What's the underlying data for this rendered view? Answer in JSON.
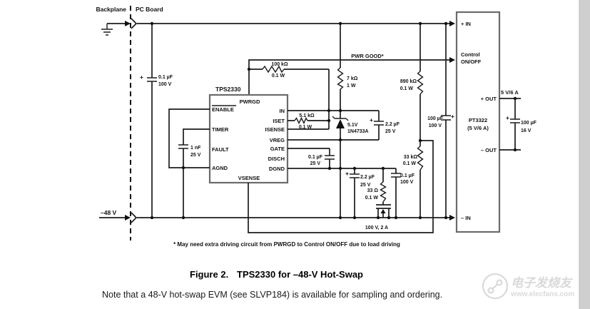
{
  "header": {
    "backplane": "Backplane",
    "pc_board": "PC Board"
  },
  "ic": {
    "title": "TPS2330",
    "pin_pwrgd": "PWRGD",
    "pin_enable": "ENABLE",
    "pin_timer": "TIMER",
    "pin_fault": "FAULT",
    "pin_agnd": "AGND",
    "pin_in": "IN",
    "pin_iset": "ISET",
    "pin_isense": "ISENSE",
    "pin_vreg": "VREG",
    "pin_gate": "GATE",
    "pin_disch": "DISCH",
    "pin_dgnd": "DGND",
    "pin_vsense": "VSENSE"
  },
  "pt": {
    "name": "PT3322",
    "rating": "(5 V/6 A)",
    "pin_pos_in": "+ IN",
    "pin_ctrl_line1": "Control",
    "pin_ctrl_line2": "ON/OFF",
    "pin_neg_in": "– IN",
    "pin_pos_out": "+ OUT",
    "pin_neg_out": "– OUT"
  },
  "labels": {
    "pwr_good": "PWR GOOD*",
    "neg48": "–48 V",
    "out_rating": "5 V/6 A",
    "fet": "100 V, 2 A"
  },
  "components": {
    "c_in": {
      "plus": "+",
      "value": "0.1 µF",
      "rating": "100 V"
    },
    "r_pullup": {
      "value": "100 kΩ",
      "rating": "0.1 W"
    },
    "r_supply": {
      "value": "7 kΩ",
      "rating": "1 W"
    },
    "r_sense_top": {
      "value": "890 kΩ",
      "rating": "0.1 W"
    },
    "r_iset": {
      "value": "5.1 kΩ",
      "rating": "0.1 W"
    },
    "zener": {
      "value": "5.1V",
      "part": "1N4733A"
    },
    "c_vreg": {
      "plus": "+",
      "value": "2.2 µF",
      "rating": "25 V"
    },
    "c_bulk": {
      "plus": "+",
      "value": "100 µF",
      "rating": "100 V"
    },
    "c_timer": {
      "value": "1 nF",
      "rating": "25 V"
    },
    "c_gate": {
      "value": "0.1 µF",
      "rating": "25 V"
    },
    "c_dgnd": {
      "plus": "+",
      "value": "2.2 µF",
      "rating": "25 V"
    },
    "r_gate": {
      "value": "33 Ω",
      "rating": "0.1 W"
    },
    "c_sense": {
      "value": "0.1 µF",
      "rating": "100 V"
    },
    "r_sense_bot": {
      "value": "33 kΩ",
      "rating": "0.1 W"
    },
    "c_out": {
      "plus": "+",
      "value": "100 µF",
      "rating": "16 V"
    }
  },
  "notes": {
    "footnote": "* May need extra driving circuit from PWRGD to Control ON/OFF due to load driving"
  },
  "caption": {
    "label": "Figure 2.",
    "title": "TPS2330 for –48-V Hot-Swap"
  },
  "body": {
    "text": "Note that a 48-V hot-swap EVM (see SLVP184) is available for sampling and ordering."
  },
  "watermark": {
    "cn": "电子发烧友",
    "url": "www.elecfans.com"
  }
}
